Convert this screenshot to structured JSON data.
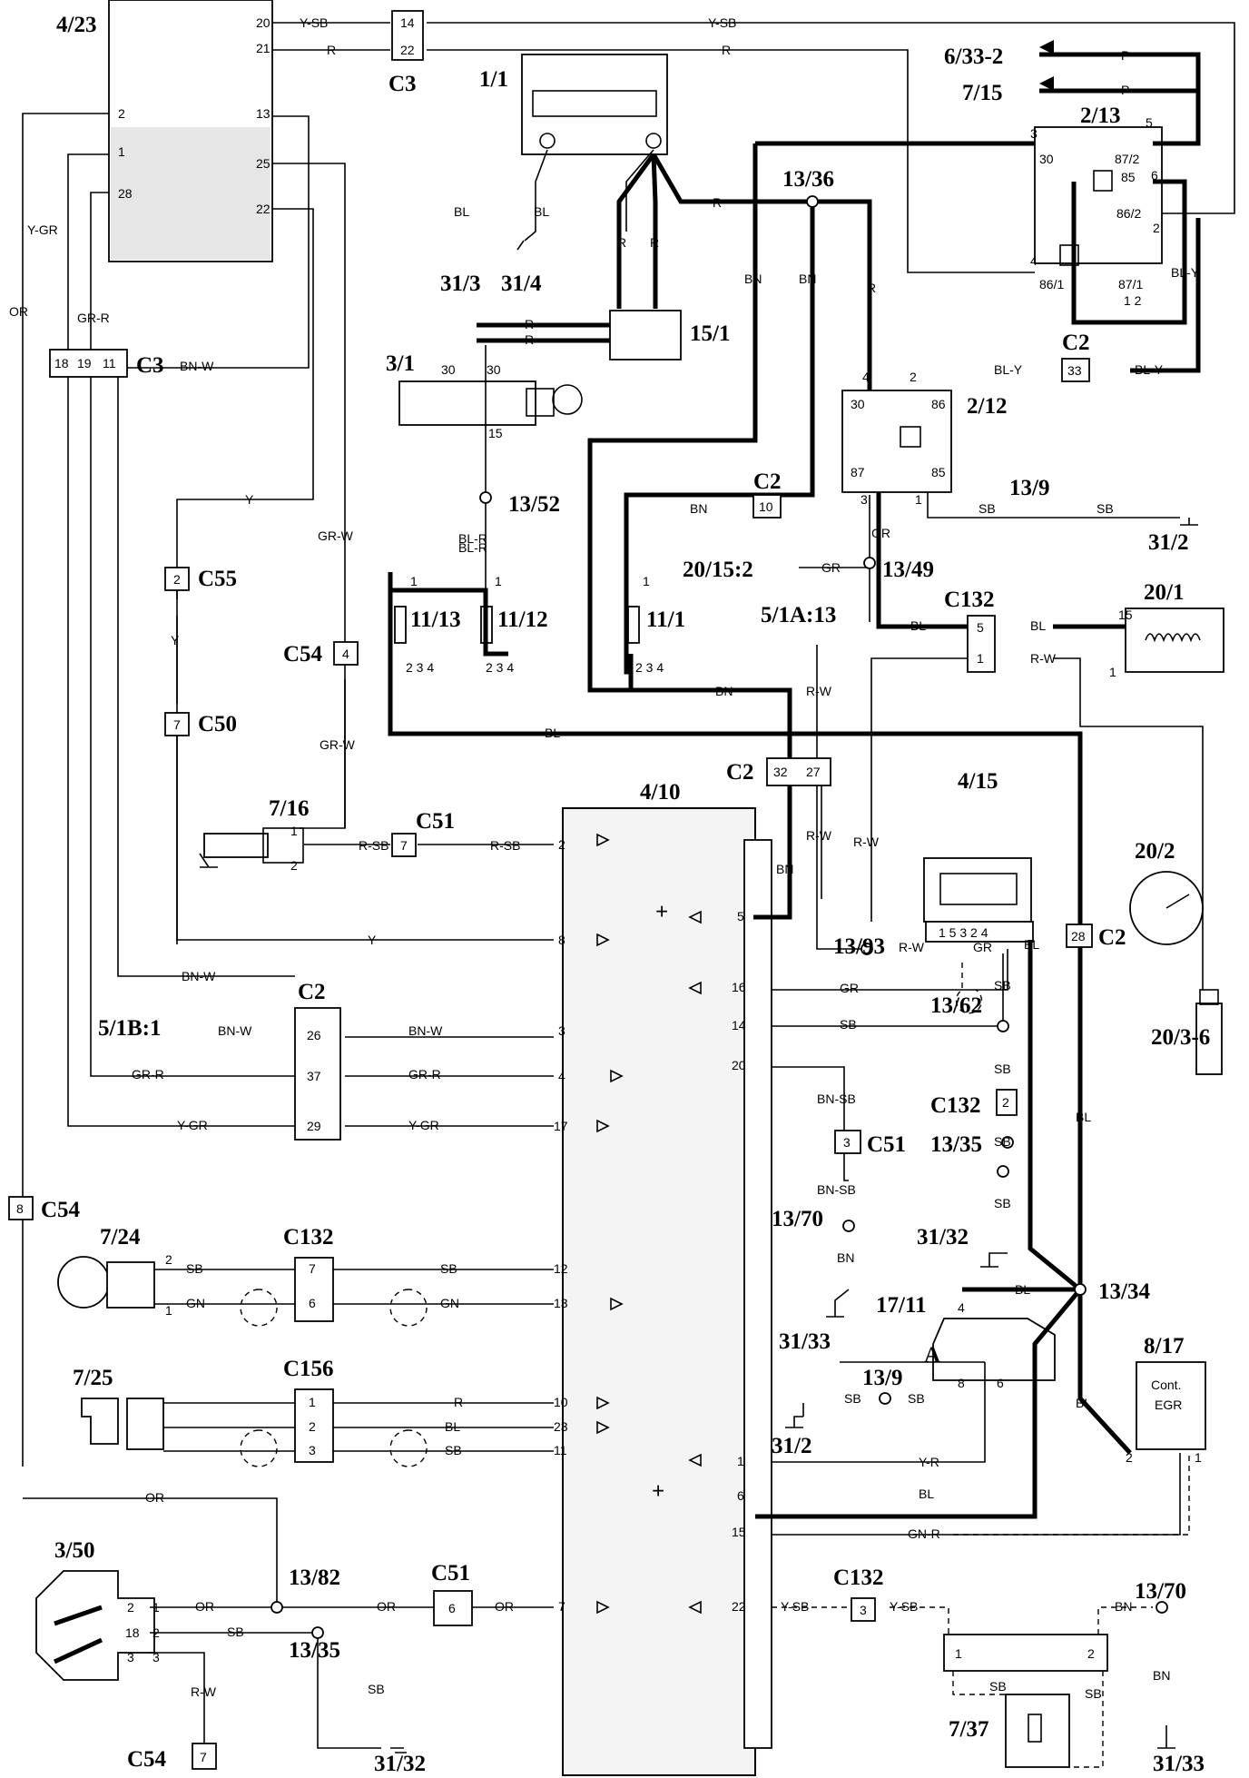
{
  "components": {
    "c_4_23": "4/23",
    "c_1_1": "1/1",
    "c_C3_top": "C3",
    "c_6_33_2": "6/33-2",
    "c_7_15": "7/15",
    "c_2_13": "2/13",
    "c_13_36": "13/36",
    "c_31_3": "31/3",
    "c_31_4": "31/4",
    "c_15_1": "15/1",
    "c_3_1": "3/1",
    "c_C2_a": "C2",
    "c_2_12": "2/12",
    "c_C3_mid": "C3",
    "c_13_52": "13/52",
    "c_C2_b": "C2",
    "c_13_9_a": "13/9",
    "c_31_2_a": "31/2",
    "c_C55": "C55",
    "c_20_15_2": "20/15:2",
    "c_13_49": "13/49",
    "c_C132_a": "C132",
    "c_20_1": "20/1",
    "c_11_13": "11/13",
    "c_11_12": "11/12",
    "c_11_1": "11/1",
    "c_5_1A_13": "5/1A:13",
    "c_C54_a": "C54",
    "c_C50": "C50",
    "c_C2_c": "C2",
    "c_4_10": "4/10",
    "c_4_15": "4/15",
    "c_20_2": "20/2",
    "c_7_16": "7/16",
    "c_C51_a": "C51",
    "c_13_93": "13/93",
    "c_C2_d": "C2",
    "c_20_3_6": "20/3-6",
    "c_C2_e": "C2",
    "c_5_1B_1": "5/1B:1",
    "c_13_62": "13/62",
    "c_C132_b": "C132",
    "c_C51_b": "C51",
    "c_13_35_a": "13/35",
    "c_13_70_a": "13/70",
    "c_31_32_a": "31/32",
    "c_C54_b": "C54",
    "c_7_24": "7/24",
    "c_C132_c": "C132",
    "c_13_34": "13/34",
    "c_17_11": "17/11",
    "c_31_33_a": "31/33",
    "c_A": "A",
    "c_13_9_b": "13/9",
    "c_8_17": "8/17",
    "c_7_25": "7/25",
    "c_C156": "C156",
    "c_31_2_b": "31/2",
    "c_3_50": "3/50",
    "c_13_82": "13/82",
    "c_C51_c": "C51",
    "c_13_35_b": "13/35",
    "c_C132_d": "C132",
    "c_13_70_b": "13/70",
    "c_C54_c": "C54",
    "c_31_32_b": "31/32",
    "c_7_37": "7/37",
    "c_31_33_b": "31/33"
  },
  "ecu_text": {
    "line1": "Cont.",
    "line2": "EGR"
  },
  "wire_colors": {
    "Y_SB": "Y-SB",
    "R": "R",
    "P": "P",
    "BL": "BL",
    "BL_Y": "BL-Y",
    "BN": "BN",
    "BN_W": "BN-W",
    "Y_GR": "Y-GR",
    "GR_R": "GR-R",
    "OR": "OR",
    "Y": "Y",
    "GR_W": "GR-W",
    "BL_R": "BL-R",
    "SB": "SB",
    "GR": "GR",
    "R_W": "R-W",
    "R_SB": "R-SB",
    "GN": "GN",
    "BN_SB": "BN-SB",
    "Y_R": "Y-R",
    "GN_R": "GN-R"
  },
  "connector_pins": {
    "c3_top_14": "14",
    "c3_top_22": "22",
    "c2_33": "33",
    "c3_18": "18",
    "c3_19": "19",
    "c3_11": "11",
    "c2_10": "10",
    "c55_2": "2",
    "c132_5": "5",
    "c132_1": "1",
    "c54_4": "4",
    "c50_7": "7",
    "c2_32": "32",
    "c2_27": "27",
    "c51_7": "7",
    "c2_28": "28",
    "c2_26": "26",
    "c2_37": "37",
    "c2_29": "29",
    "c132_2": "2",
    "c51_3": "3",
    "c54_8": "8",
    "c132_7": "7",
    "c132_6": "6",
    "c156_1": "1",
    "c156_2": "2",
    "c156_3": "3",
    "c51_6": "6",
    "c132_3": "3",
    "c54_7": "7"
  },
  "pin_numbers": {
    "p20": "20",
    "p21": "21",
    "p13": "13",
    "p25": "25",
    "p22": "22",
    "p2": "2",
    "p1": "1",
    "p28": "28",
    "p3": "3",
    "p4": "4",
    "p5": "5",
    "p6": "6",
    "p7": "7",
    "p8": "8",
    "p10": "10",
    "p11": "11",
    "p12": "12",
    "p14": "14",
    "p15": "15",
    "p16": "16",
    "p17": "17",
    "p23": "23",
    "p30": "30",
    "p85": "85",
    "p86": "86",
    "p87": "87",
    "p86_1": "86/1",
    "p86_2": "86/2",
    "p87_1": "87/1",
    "p87_2": "87/2",
    "p1_2": "1 2",
    "p234": "2   3   4",
    "p1534": "1  5  3  2  4",
    "p18": "18",
    "plus": "+"
  }
}
